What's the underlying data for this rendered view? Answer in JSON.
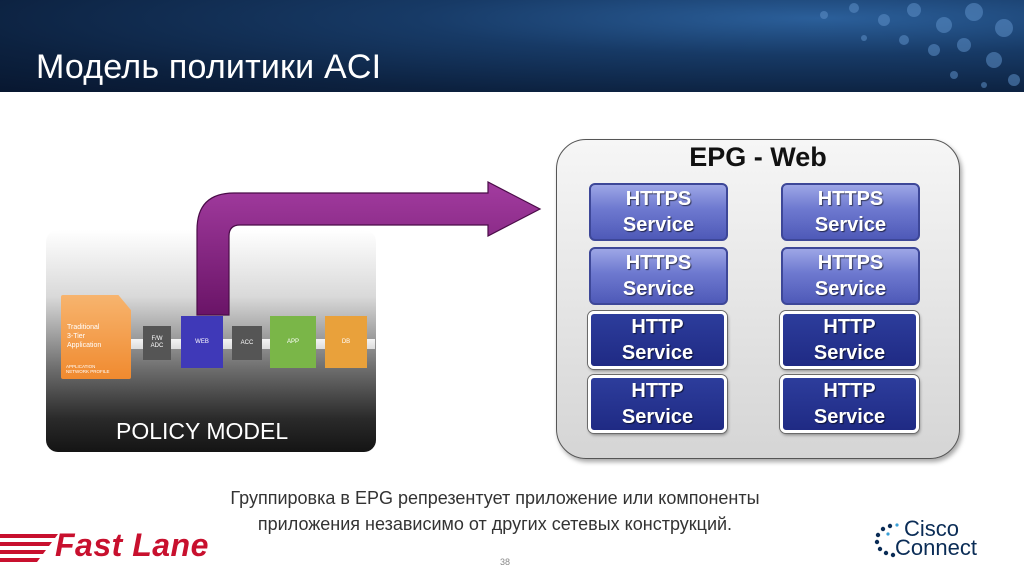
{
  "header": {
    "title": "Модель политики ACI"
  },
  "policy_model": {
    "label": "POLICY MODEL",
    "app_card_title": "Traditional\n3-Tier\nApplication",
    "app_card_subtitle": "APPLICATION\nNETWORK PROFILE",
    "nodes": {
      "fw": "F/W\nADC",
      "web": "WEB",
      "acc": "ACC",
      "app": "APP",
      "db": "DB"
    }
  },
  "epg": {
    "title": "EPG - Web",
    "services": [
      "HTTPS\nService",
      "HTTPS\nService",
      "HTTPS\nService",
      "HTTPS\nService",
      "HTTP\nService",
      "HTTP\nService",
      "HTTP\nService",
      "HTTP\nService"
    ]
  },
  "caption": {
    "line1": "Группировка в EPG репрезентует приложение или компоненты",
    "line2": "приложения независимо от других сетевых конструкций."
  },
  "footer": {
    "fastlane_logo": "Fast Lane",
    "page_number": "38",
    "cisco_line1": "Cisco",
    "cisco_line2": "Connect"
  },
  "colors": {
    "header_bg": "#0c213f",
    "arrow_purple": "#7b1a78",
    "https_blue": "#6d78cf",
    "http_navy": "#1f2a84",
    "fastlane_red": "#c8102e"
  }
}
